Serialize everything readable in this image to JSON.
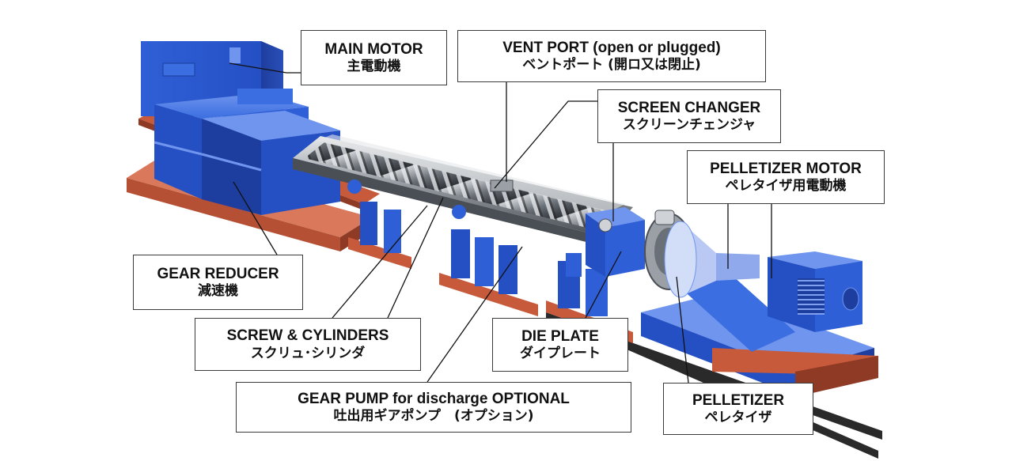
{
  "labels": {
    "main_motor": {
      "en": "MAIN MOTOR",
      "jp": "主電動機"
    },
    "vent_port": {
      "en": "VENT PORT (open or plugged)",
      "jp": "ベントポート (開ロ又は閉止)"
    },
    "screen_changer": {
      "en": "SCREEN CHANGER",
      "jp": "スクリーンチェンジャ"
    },
    "pelletizer_motor": {
      "en": "PELLETIZER MOTOR",
      "jp": "ペレタイザ用電動機"
    },
    "gear_reducer": {
      "en": "GEAR REDUCER",
      "jp": "減速機"
    },
    "screw_cylinders": {
      "en": "SCREW & CYLINDERS",
      "jp": "スクリュ･シリンダ"
    },
    "die_plate": {
      "en": "DIE PLATE",
      "jp": "ダイプレート"
    },
    "gear_pump": {
      "en": "GEAR PUMP for discharge OPTIONAL",
      "jp": "吐出用ギアポンプ　(オプション)"
    },
    "pelletizer": {
      "en": "PELLETIZER",
      "jp": "ペレタイザ"
    }
  },
  "colors": {
    "machine_blue": "#2f5fd6",
    "machine_blue_dark": "#1d3e9e",
    "machine_blue_light": "#6f95ee",
    "base_red": "#c85a3c",
    "base_red_dark": "#8e3a24",
    "steel": "#9aa0a6",
    "rail": "#2a2a2a"
  }
}
